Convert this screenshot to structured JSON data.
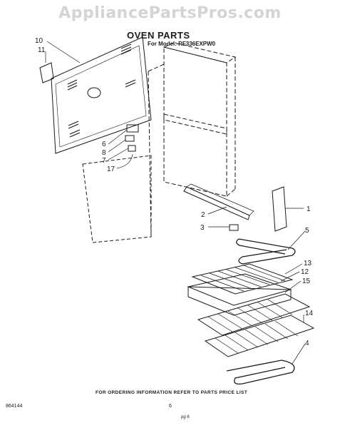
{
  "watermark": "AppliancePartsPros.com",
  "title": "OVEN PARTS",
  "model": "For Model: RF336EXPW0",
  "footer_note": "FOR ORDERING INFORMATION REFER TO PARTS PRICE LIST",
  "doc_code": "864144",
  "page_number": "6",
  "footer_mark": "pg 6",
  "callouts": {
    "c1": "1",
    "c2": "2",
    "c3": "3",
    "c4": "4",
    "c5": "5",
    "c6": "6",
    "c7": "7",
    "c8": "8",
    "c10": "10",
    "c11": "11",
    "c12": "12",
    "c13": "13",
    "c14": "14",
    "c15": "15",
    "c17": "17"
  }
}
